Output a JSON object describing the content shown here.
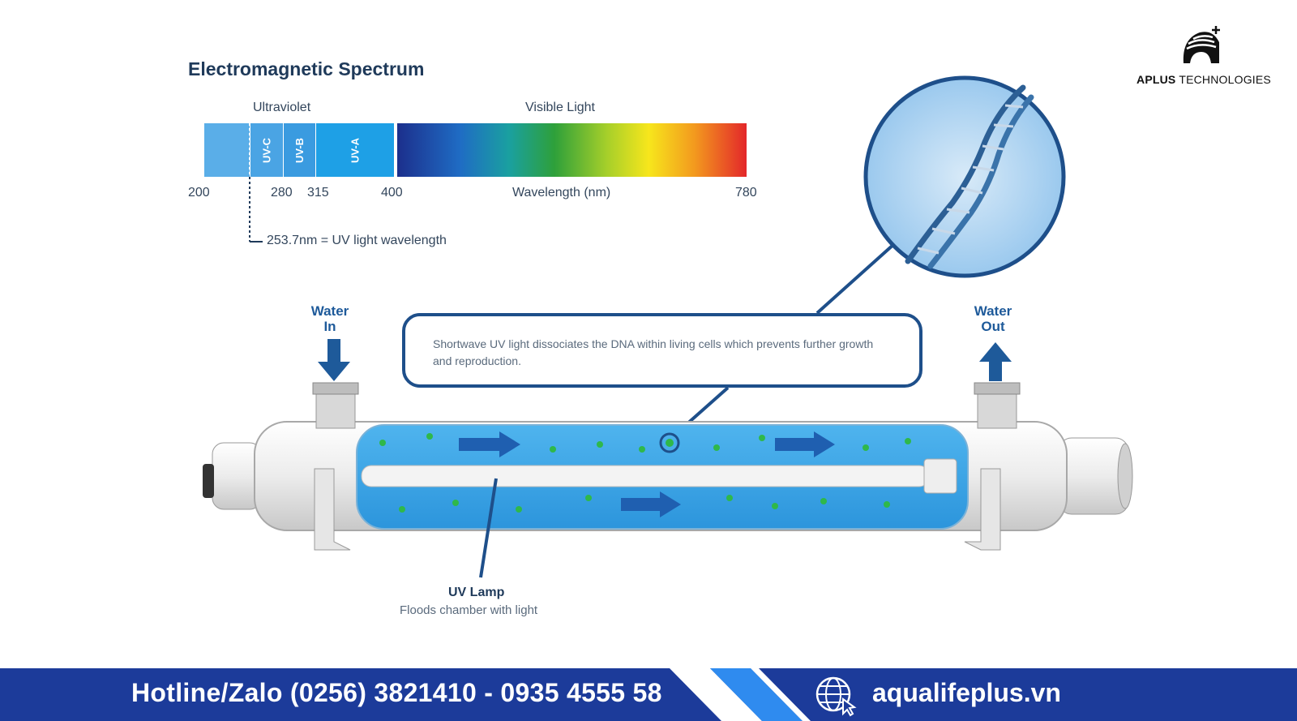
{
  "brand": {
    "name_bold": "APLUS",
    "name_rest": "TECHNOLOGIES"
  },
  "spectrum": {
    "title": "Electromagnetic Spectrum",
    "ultraviolet_label": "Ultraviolet",
    "visible_label": "Visible Light",
    "bands": [
      "UV-C",
      "UV-B",
      "UV-A"
    ],
    "ticks": [
      "200",
      "280",
      "315",
      "400",
      "780"
    ],
    "wavelength_label": "Wavelength (nm)",
    "note": "253.7nm = UV light wavelength"
  },
  "diagram": {
    "water_in": [
      "Water",
      "In"
    ],
    "water_out": [
      "Water",
      "Out"
    ],
    "callout": "Shortwave UV light dissociates the DNA within living cells which prevents further growth and reproduction.",
    "lamp_title": "UV Lamp",
    "lamp_subtitle": "Floods chamber with light"
  },
  "footer": {
    "hotline": "Hotline/Zalo (0256) 3821410 - 0935 4555 58",
    "website": "aqualifeplus.vn"
  },
  "colors": {
    "footer_bg": "#1c3b9a",
    "accent_blue": "#1e5a9a",
    "water": "#3aa5e8",
    "bacteria": "#2fb84a"
  }
}
